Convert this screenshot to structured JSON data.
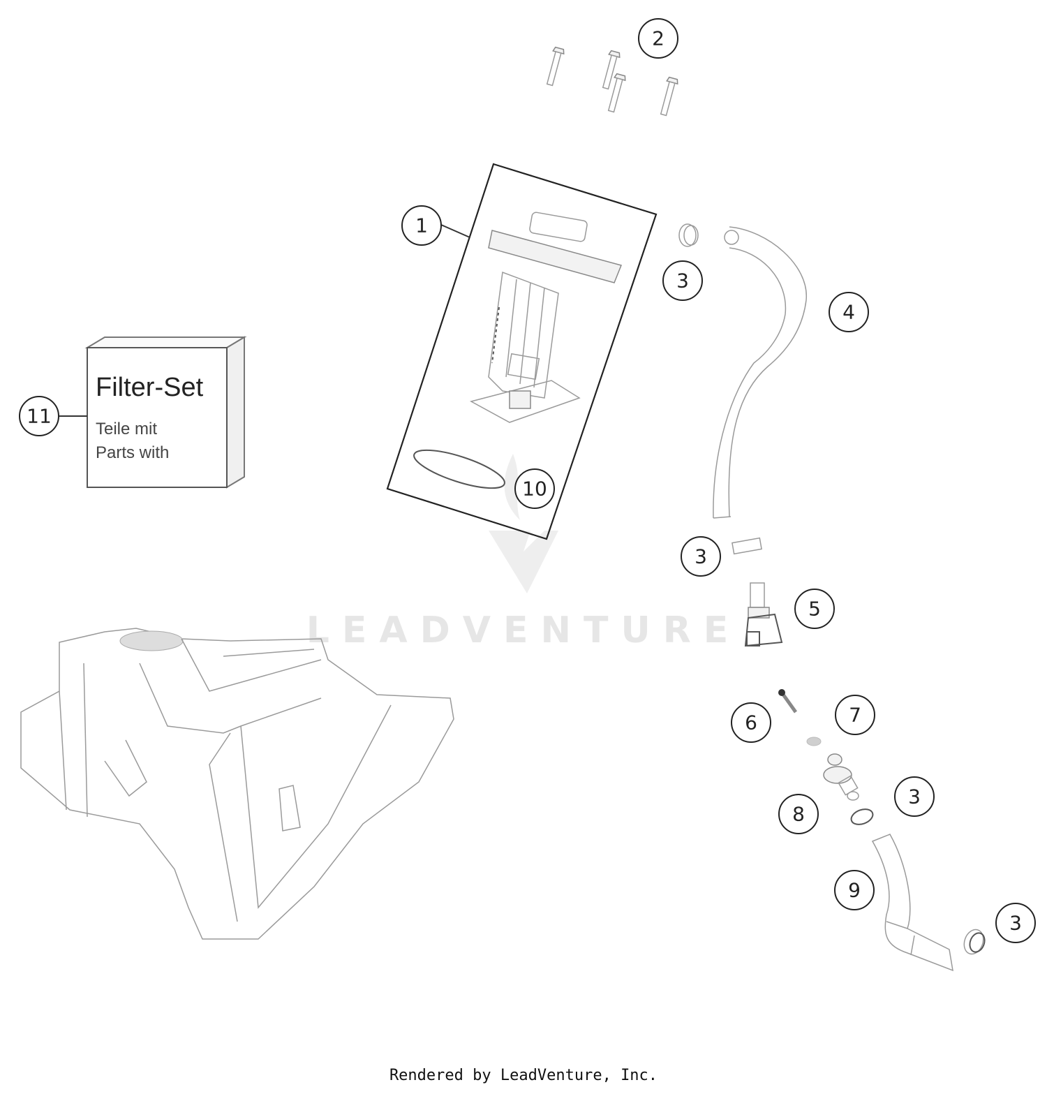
{
  "diagram": {
    "type": "exploded-parts-diagram",
    "watermark": "LEADVENTURE",
    "footer": "Rendered by LeadVenture, Inc.",
    "filter_set_box": {
      "title": "Filter-Set",
      "line1": "Teile mit",
      "line2": "Parts with"
    },
    "callouts": [
      {
        "id": "1",
        "label": "1",
        "part": "fuel-pump-assembly"
      },
      {
        "id": "2",
        "label": "2",
        "part": "screws"
      },
      {
        "id": "3a",
        "label": "3",
        "part": "hose-clamp"
      },
      {
        "id": "3b",
        "label": "3",
        "part": "hose-clamp"
      },
      {
        "id": "3c",
        "label": "3",
        "part": "hose-clamp"
      },
      {
        "id": "3d",
        "label": "3",
        "part": "hose-clamp"
      },
      {
        "id": "4",
        "label": "4",
        "part": "fuel-hose"
      },
      {
        "id": "5",
        "label": "5",
        "part": "quick-connector"
      },
      {
        "id": "6",
        "label": "6",
        "part": "screw"
      },
      {
        "id": "7",
        "label": "7",
        "part": "o-ring"
      },
      {
        "id": "8",
        "label": "8",
        "part": "fitting"
      },
      {
        "id": "9",
        "label": "9",
        "part": "hose"
      },
      {
        "id": "10",
        "label": "10",
        "part": "pump-gasket"
      },
      {
        "id": "11",
        "label": "11",
        "part": "filter-set"
      }
    ],
    "colors": {
      "line": "#222222",
      "part_stroke": "#9a9a9a",
      "watermark": "#e6e6e6",
      "background": "#ffffff"
    }
  }
}
